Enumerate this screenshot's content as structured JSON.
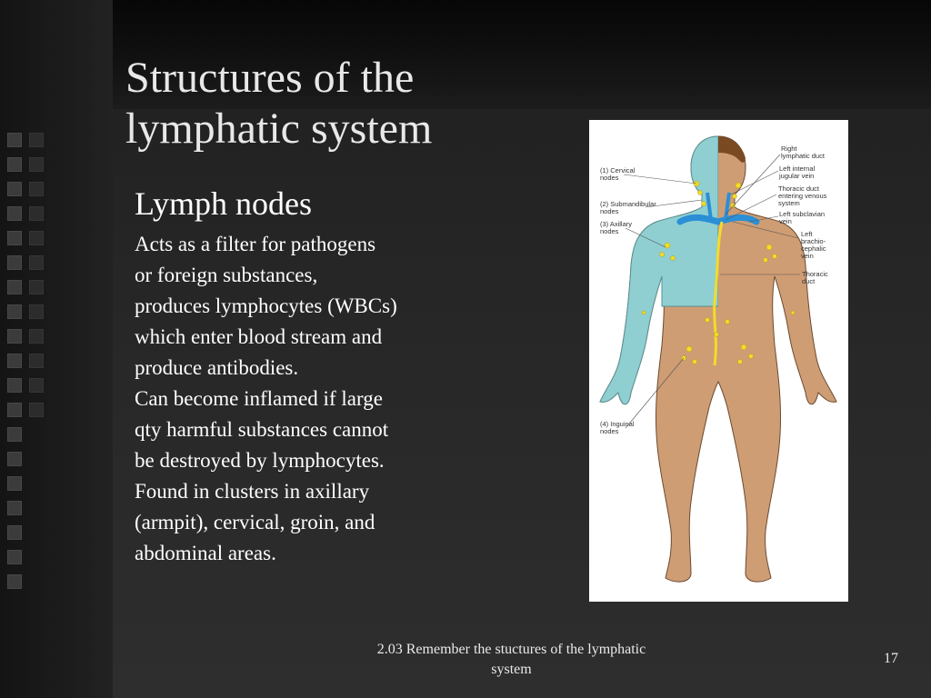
{
  "slide": {
    "title": "Structures of  the\nlymphatic system",
    "subheading": "Lymph nodes",
    "body_lines": [
      "Acts as a filter for pathogens",
      "or foreign substances,",
      "produces lymphocytes (WBCs)",
      "which enter blood stream and",
      "produce antibodies.",
      "Can become inflamed if large",
      "qty harmful substances cannot",
      "be destroyed by lymphocytes.",
      "Found in clusters in axillary",
      "(armpit), cervical, groin, and",
      "abdominal areas."
    ],
    "footer": "2.03 Remember the stuctures of the lymphatic system",
    "page_number": "17"
  },
  "figure": {
    "labels_left": {
      "cervical_1": "(1) Cervical",
      "cervical_2": "nodes",
      "submandibular_1": "(2) Submandibular",
      "submandibular_2": "nodes",
      "axillary_1": "(3) Axillary",
      "axillary_2": "nodes",
      "inguinal_1": "(4) Inguinal",
      "inguinal_2": "nodes"
    },
    "labels_right": {
      "right_duct_1": "Right",
      "right_duct_2": "lymphatic duct",
      "left_jugular_1": "Left internal",
      "left_jugular_2": "jugular vein",
      "thoracic_entering_1": "Thoracic duct",
      "thoracic_entering_2": "entering venous",
      "thoracic_entering_3": "system",
      "left_subclavian_1": "Left subclavian",
      "left_subclavian_2": "vein",
      "left_brachio_1": "Left",
      "left_brachio_2": "brachio-",
      "left_brachio_3": "cephalic",
      "left_brachio_4": "vein",
      "thoracic_duct_1": "Thoracic",
      "thoracic_duct_2": "duct"
    },
    "colors": {
      "drained_region": "#8fcfd1",
      "skin": "#cf9d74",
      "vein": "#2b8fd6",
      "lymph": "#f2dc2a",
      "hair": "#7a4a22"
    }
  }
}
